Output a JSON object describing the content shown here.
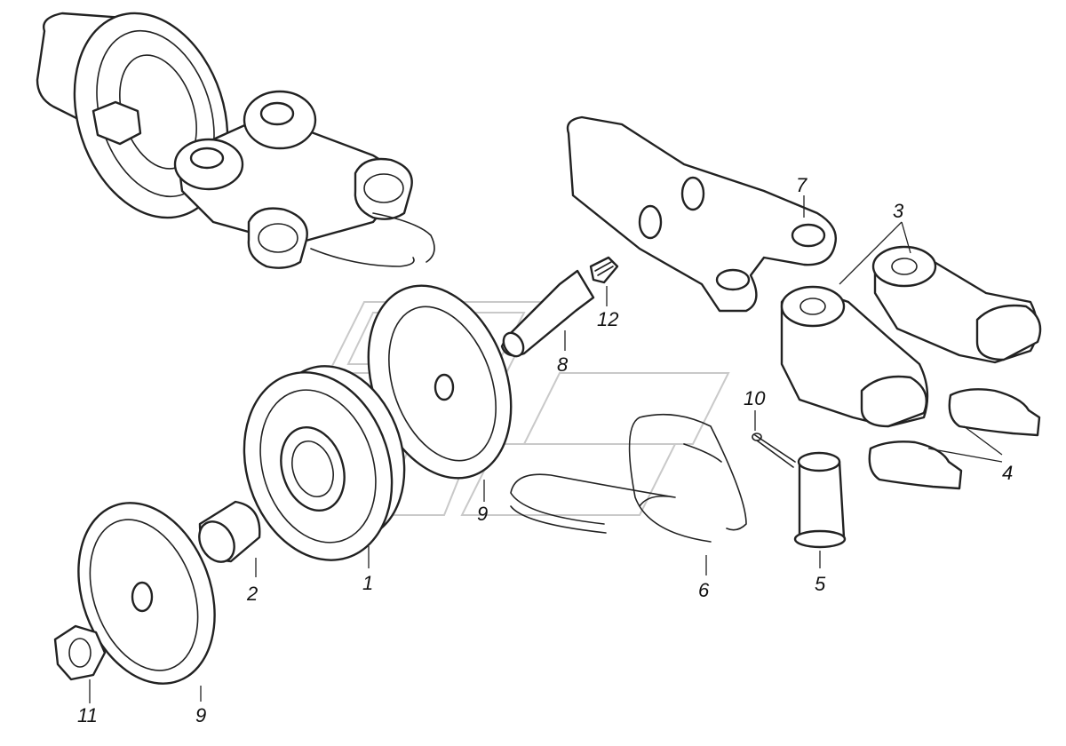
{
  "callouts": {
    "c1": "1",
    "c2": "2",
    "c3": "3",
    "c4": "4",
    "c5": "5",
    "c6": "6",
    "c7": "7",
    "c8": "8",
    "c9a": "9",
    "c9b": "9",
    "c10": "10",
    "c11": "11",
    "c12": "12"
  },
  "colors": {
    "line": "#222222",
    "background": "#ffffff",
    "watermark": "#c9c9c9"
  }
}
